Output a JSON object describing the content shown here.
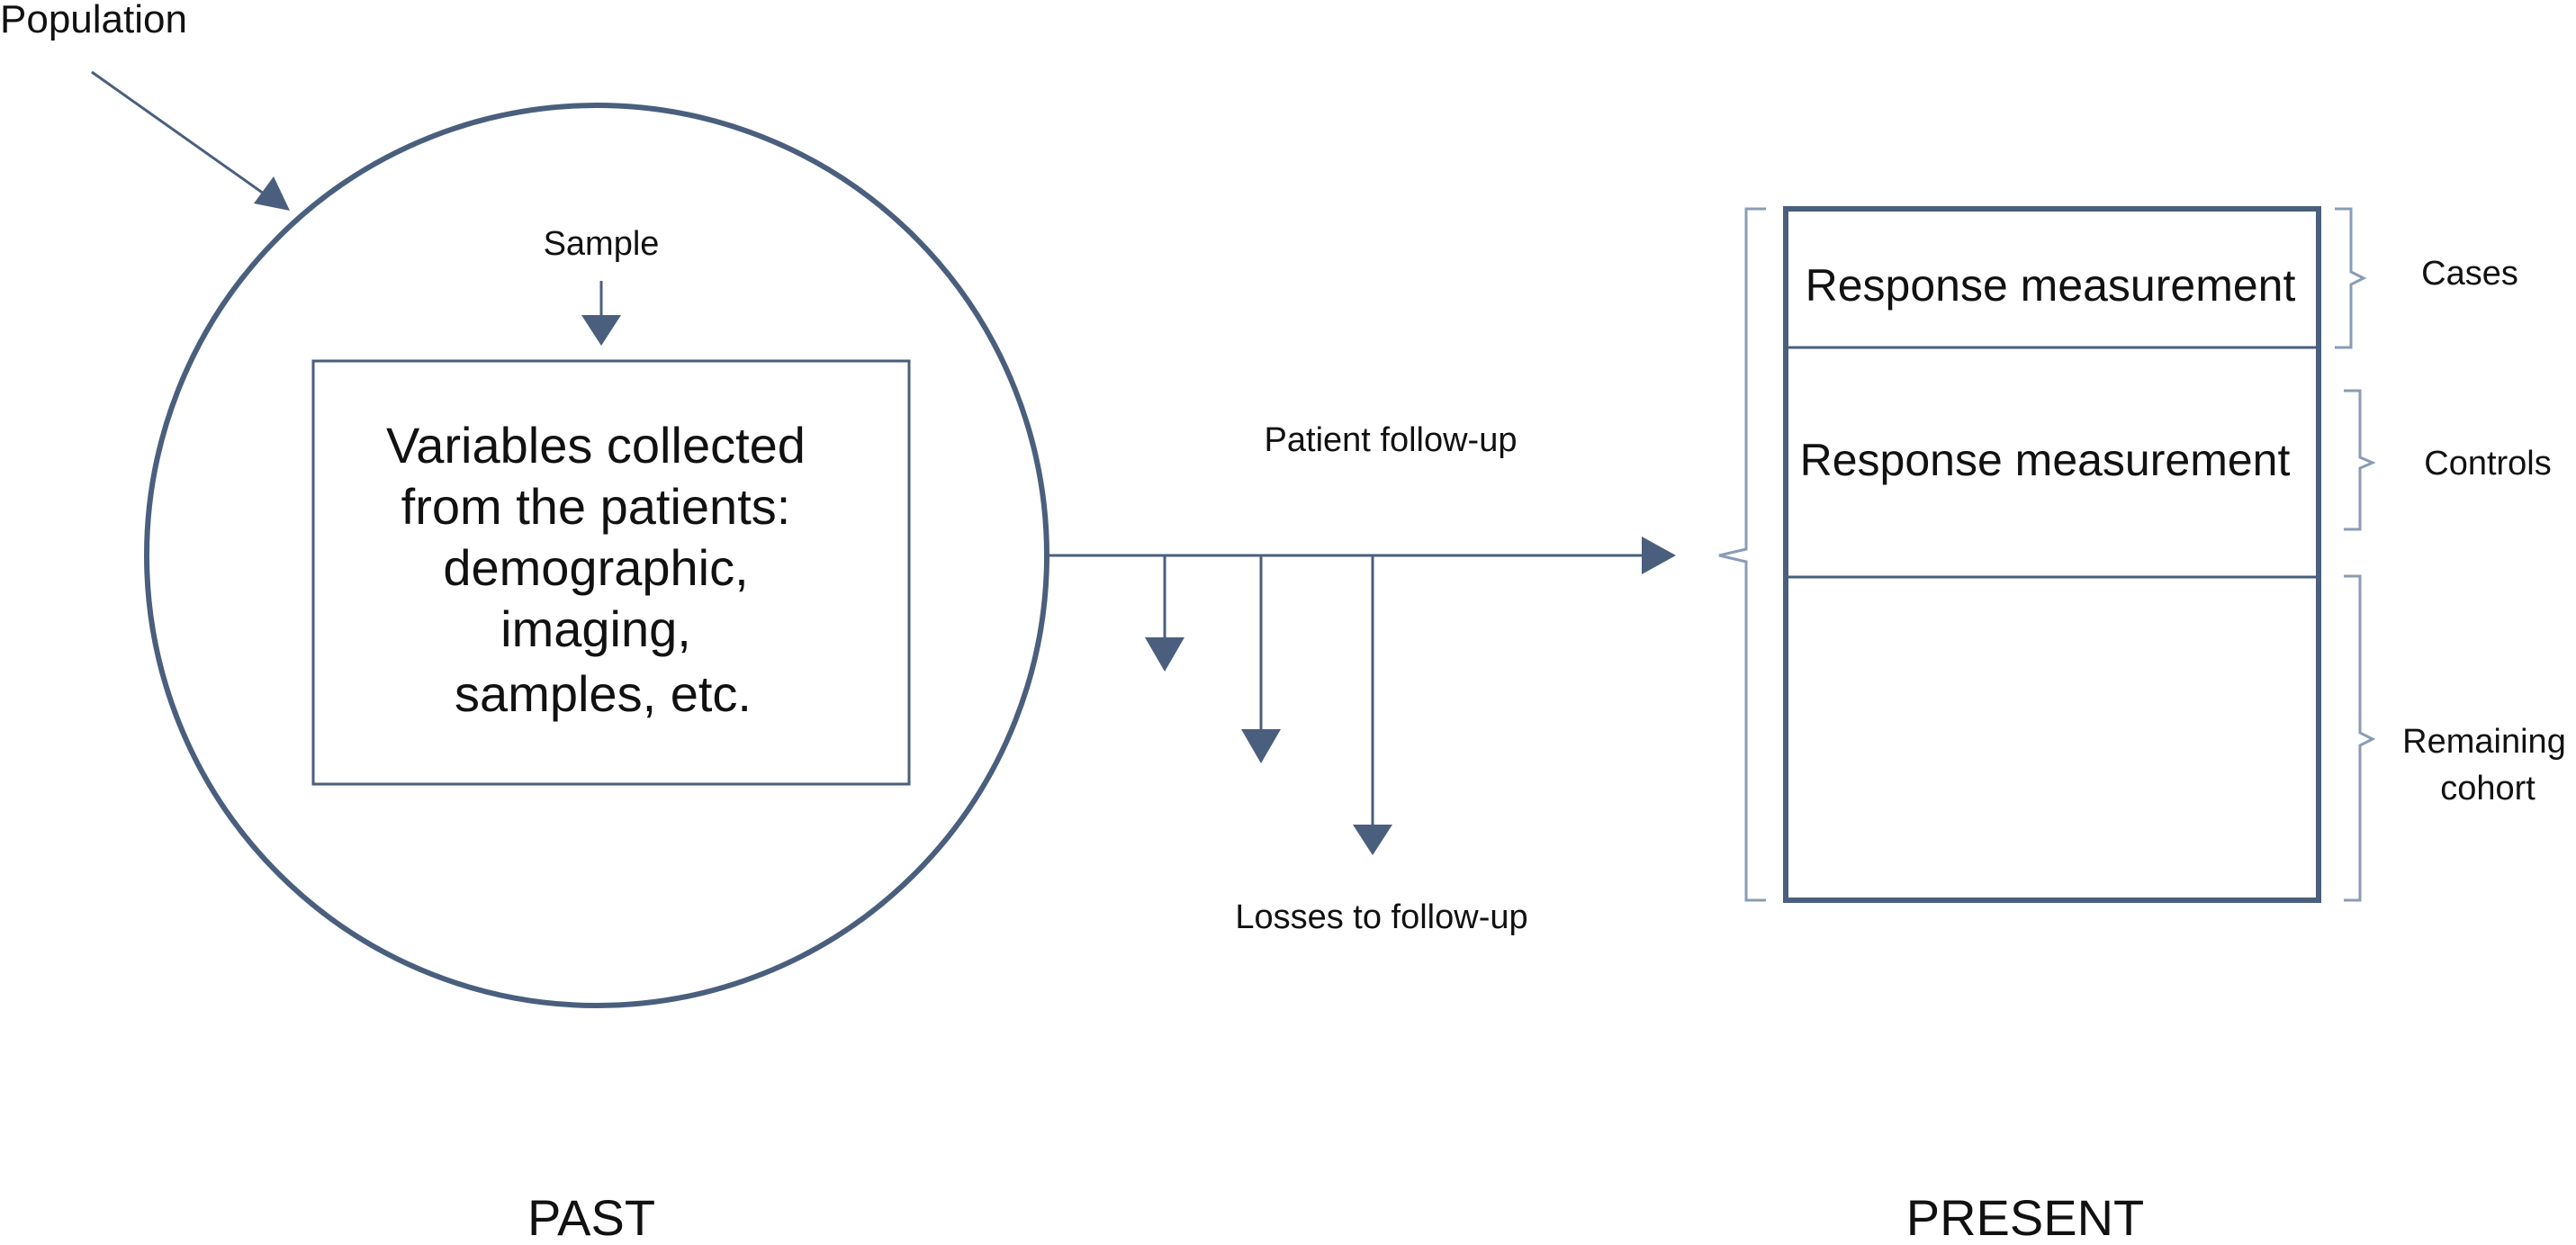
{
  "colors": {
    "stroke": "#4a5f7d",
    "bracket": "#8a9cb5",
    "text": "#111111",
    "background": "#ffffff"
  },
  "labels": {
    "population": "Population",
    "sample": "Sample",
    "variables_lines": [
      "Variables collected",
      "from the patients:",
      "demographic,",
      "imaging,",
      "samples, etc."
    ],
    "patient_follow_up": "Patient follow-up",
    "losses_to_follow_up": "Losses to follow-up",
    "response_measurement_cases": "Response measurement",
    "response_measurement_controls": "Response measurement",
    "cases": "Cases",
    "controls": "Controls",
    "remaining_cohort_lines": [
      "Remaining",
      "cohort"
    ],
    "past": "PAST",
    "present": "PRESENT"
  },
  "icons": {
    "population_arrow": "arrow-diagonal-icon",
    "sample_arrow": "arrow-down-icon",
    "follow_up_arrow": "arrow-right-icon",
    "loss_arrows": "arrow-down-icon"
  }
}
